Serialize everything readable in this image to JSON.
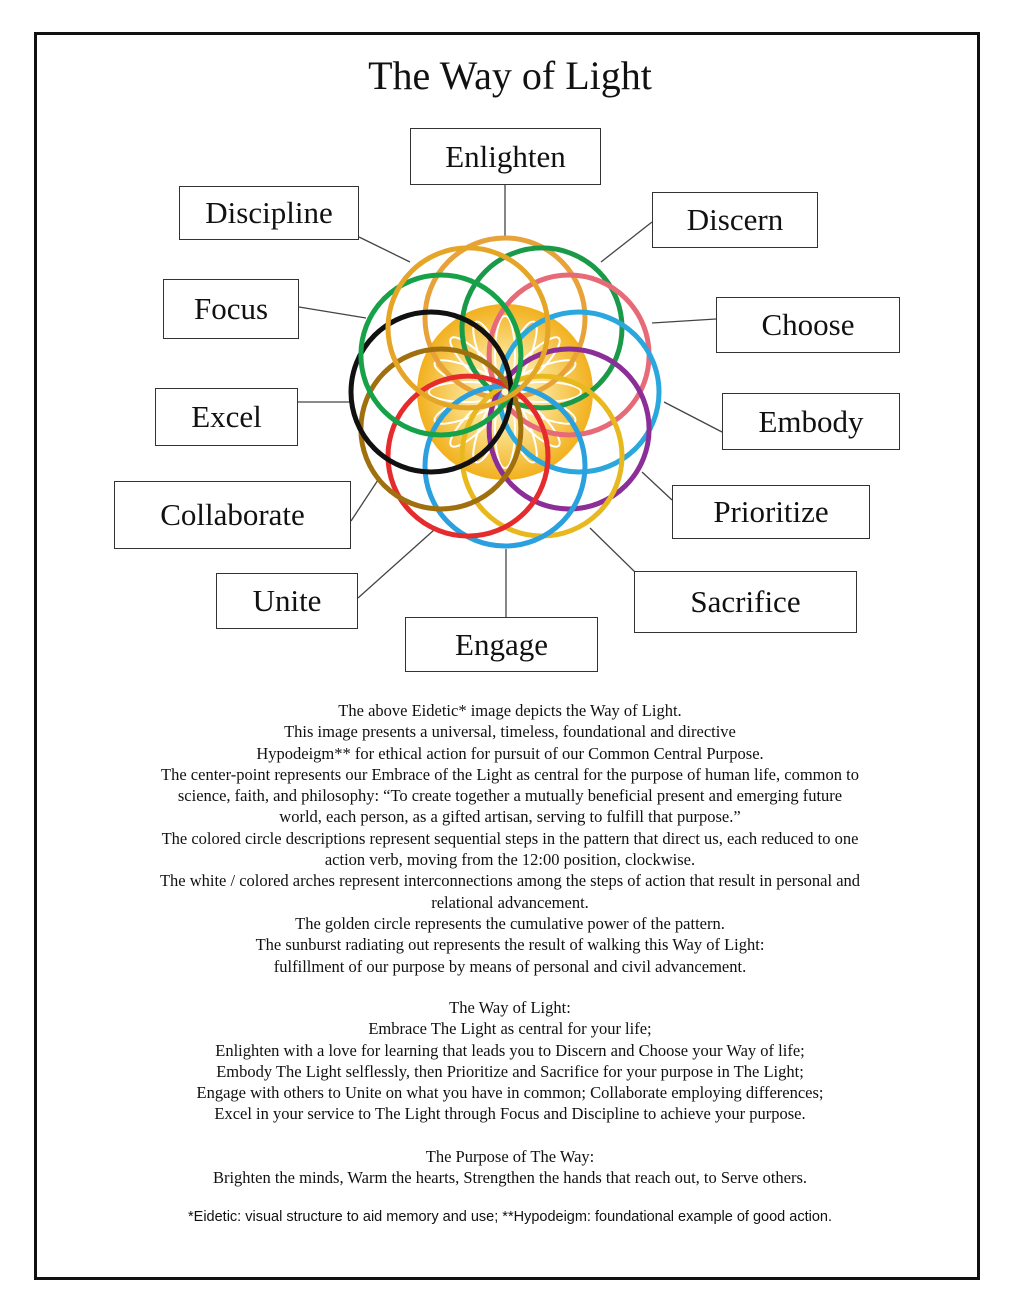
{
  "title": "The Way of Light",
  "labels": {
    "enlighten": "Enlighten",
    "discern": "Discern",
    "choose": "Choose",
    "embody": "Embody",
    "prioritize": "Prioritize",
    "sacrifice": "Sacrifice",
    "engage": "Engage",
    "unite": "Unite",
    "collaborate": "Collaborate",
    "excel": "Excel",
    "focus": "Focus",
    "discipline": "Discipline"
  },
  "colors": {
    "ring_colors": [
      "#e8a23a",
      "#1a9a48",
      "#e76a78",
      "#2aa7dd",
      "#8c2e98",
      "#e7b91e",
      "#2aa0de",
      "#e52b2b",
      "#a0700f",
      "#111111",
      "#17a24a",
      "#e5a526"
    ],
    "sun_outer": "#f2b01e",
    "sun_inner": "#fbe08a"
  },
  "description": [
    "The above Eidetic* image depicts the Way of Light.",
    "This image presents a universal, timeless, foundational and directive",
    "Hypodeigm** for ethical action for pursuit of our Common Central Purpose.",
    "The center-point represents our Embrace of the Light as central for the purpose of human life, common to",
    "science, faith, and philosophy: “To create together a mutually beneficial present and emerging future",
    "world, each person, as a gifted artisan, serving to fulfill that purpose.”",
    "The colored circle descriptions represent sequential steps in the pattern that direct us, each reduced to one",
    "action verb, moving from the 12:00 position, clockwise.",
    "The white / colored arches represent interconnections among the steps of action that result in personal and",
    "relational advancement.",
    "The golden circle represents the cumulative power of the pattern.",
    "The sunburst radiating out represents the result of walking this Way of Light:",
    "fulfillment of our purpose by means of personal and civil advancement."
  ],
  "way": [
    "The Way of Light:",
    "Embrace The Light as central for your life;",
    "Enlighten with a love for learning that leads you to Discern and Choose your Way of life;",
    "Embody The Light selflessly, then Prioritize and Sacrifice for your purpose in The Light;",
    "Engage with others to Unite on what you have in common; Collaborate employing differences;",
    "Excel in your service to The Light through Focus and Discipline to achieve your purpose."
  ],
  "purpose": [
    "The Purpose of The Way:",
    "Brighten the minds, Warm the hearts, Strengthen the hands that reach out, to Serve others."
  ],
  "footnote": "*Eidetic: visual structure to aid memory and use; **Hypodeigm: foundational example of good action."
}
